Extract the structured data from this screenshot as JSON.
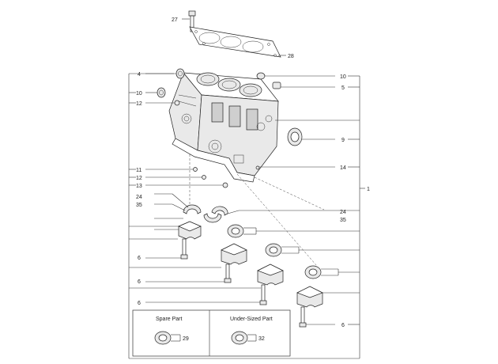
{
  "labels": {
    "n27": "27",
    "n28": "28",
    "n4": "4",
    "n10_left": "10",
    "n12_top": "12",
    "n11": "11",
    "n12_low": "12",
    "n13": "13",
    "n24_left": "24",
    "n35_left": "35",
    "n6_a": "6",
    "n6_b": "6",
    "n6_c": "6",
    "n10_right": "10",
    "n5": "5",
    "n9": "9",
    "n14": "14",
    "n1": "1",
    "n24_right": "24",
    "n35_right": "35",
    "n6_d": "6",
    "n29": "29",
    "n32": "32"
  },
  "inset": {
    "spare_caption": "Spare  Part",
    "undersized_caption": "Under-Sized  Part"
  },
  "icons": [
    "bolt-icon",
    "gasket-icon",
    "cylinder-block-icon",
    "bearing-cap-icon",
    "bearing-shell-icon",
    "plug-icon",
    "oil-seal-icon"
  ]
}
